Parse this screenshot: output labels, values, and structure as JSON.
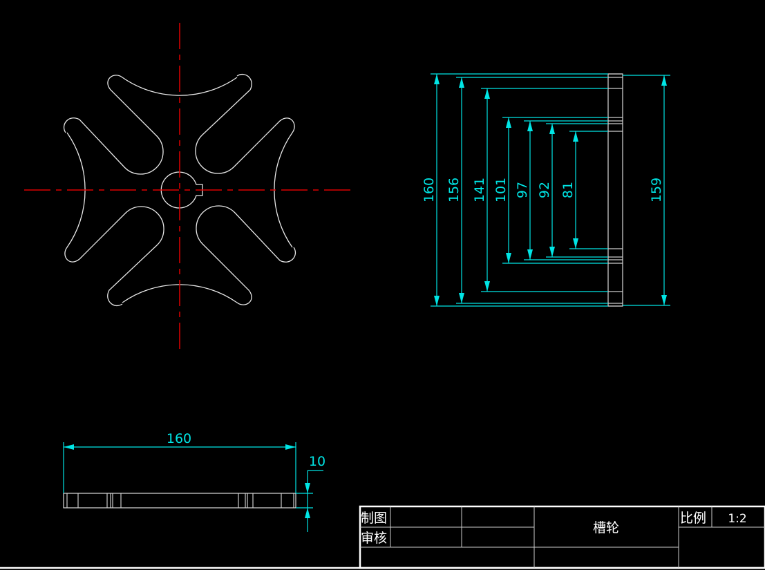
{
  "colors": {
    "background": "#000000",
    "geometry": "#ffffff",
    "dimension": "#00e5e5",
    "centerline": "#e00000"
  },
  "side_view": {
    "dimensions": [
      "160",
      "156",
      "141",
      "101",
      "97",
      "92",
      "81",
      "159"
    ]
  },
  "bottom_view": {
    "width_dim": "160",
    "thickness_dim": "10"
  },
  "title_block": {
    "drawn_by_label": "制图",
    "checked_by_label": "审核",
    "part_name": "槽轮",
    "scale_label": "比例",
    "scale_value": "1:2"
  }
}
